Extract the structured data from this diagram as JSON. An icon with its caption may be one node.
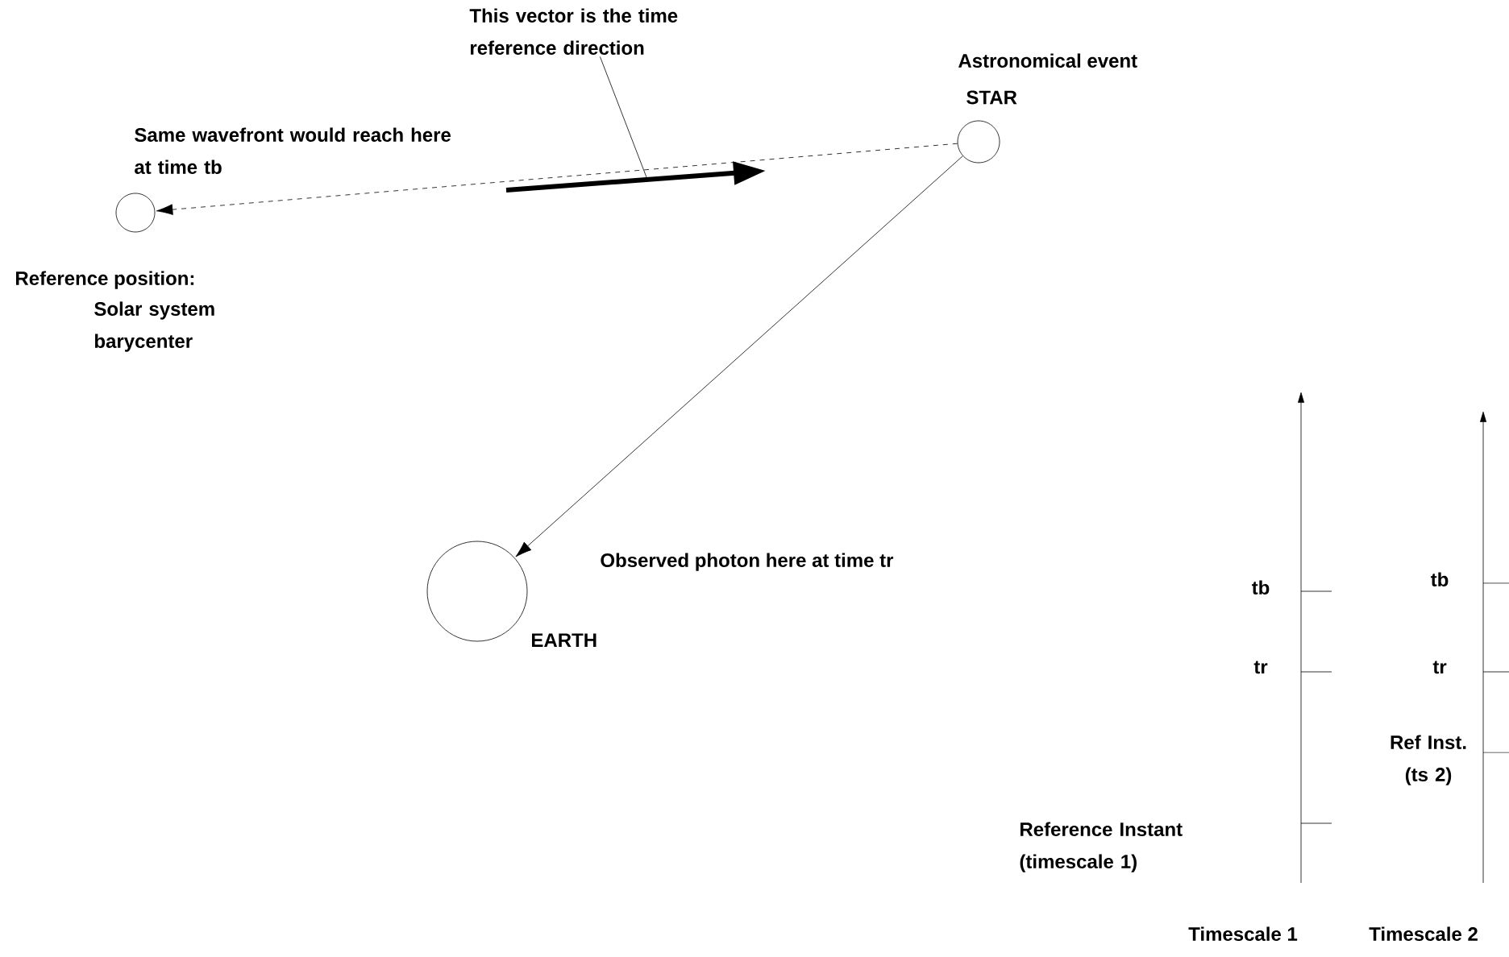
{
  "diagram": {
    "nodes": [
      {
        "text": [],
        "shape": "circle",
        "beside": [
          "Astronomical event",
          "STAR"
        ]
      },
      {
        "text": [],
        "shape": "circle",
        "beside": [
          "Same wavefront would reach here at time tb",
          "Reference position:",
          "Solar system barycenter"
        ]
      },
      {
        "text": [],
        "shape": "circle",
        "beside": [
          "EARTH",
          "Observed photon here at time tr"
        ]
      },
      {
        "text": [
          "This vector is the time reference direction"
        ]
      }
    ],
    "edges": [
      {
        "from": 0,
        "to": 1,
        "arrow": "to",
        "style": "dashed"
      },
      {
        "from": 0,
        "to": 2,
        "arrow": "to"
      },
      {
        "from": 3,
        "to": null,
        "arrow": "none"
      }
    ],
    "labels": [
      "tb",
      "tr",
      "Reference Instant (timescale 1)",
      "tb",
      "tr",
      "Ref Inst. (ts 2)",
      "Timescale 1",
      "Timescale 2"
    ]
  }
}
